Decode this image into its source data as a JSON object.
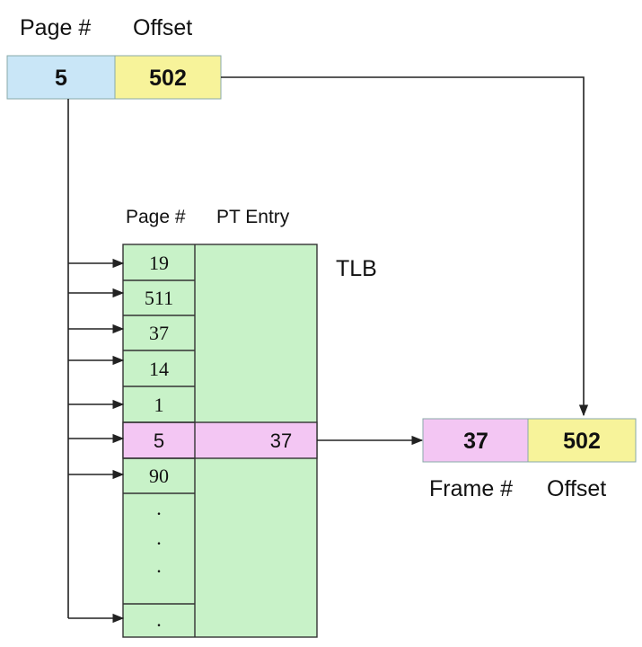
{
  "virtual_address": {
    "page_label": "Page #",
    "offset_label": "Offset",
    "page_value": "5",
    "offset_value": "502"
  },
  "tlb": {
    "name": "TLB",
    "column_page": "Page #",
    "column_entry": "PT Entry",
    "rows": [
      "19",
      "511",
      "37",
      "14",
      "1",
      "5",
      "90"
    ],
    "ellipsis": [
      ".",
      ".",
      ".",
      "."
    ],
    "hit_entry": "37"
  },
  "physical_address": {
    "frame_value": "37",
    "offset_value": "502",
    "frame_label": "Frame #",
    "offset_label": "Offset"
  },
  "colors": {
    "page_box": "#c9e6f7",
    "offset_box": "#f7f39a",
    "tlb_fill": "#c8f2c8",
    "hit_row": "#f3c6f3"
  }
}
